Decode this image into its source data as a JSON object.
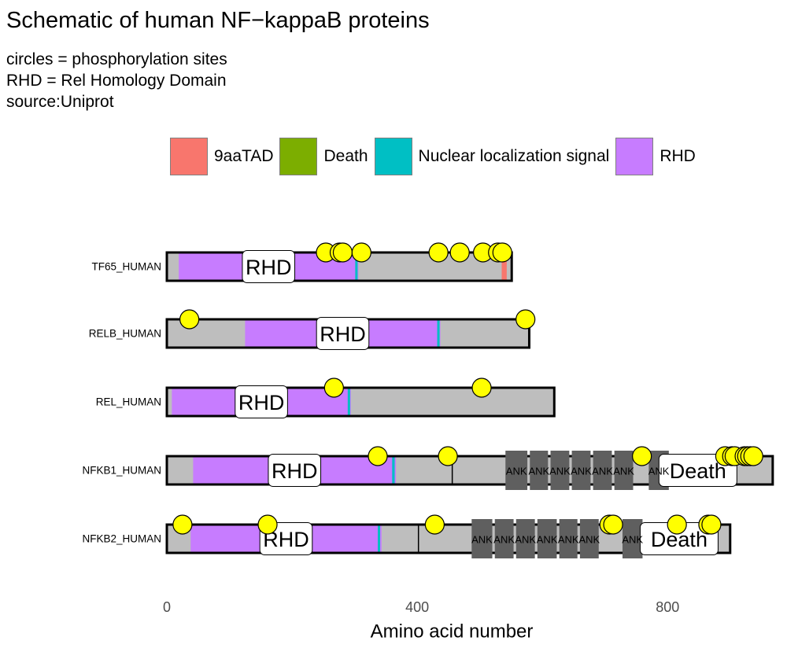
{
  "title": "Schematic of human NF−kappaB proteins",
  "subtitle": [
    "circles = phosphorylation sites",
    "RHD = Rel Homology Domain",
    "source:Uniprot"
  ],
  "legend": [
    {
      "label": "9aaTAD",
      "color": "#F8766D"
    },
    {
      "label": "Death",
      "color": "#7CAE00"
    },
    {
      "label": "Nuclear localization signal",
      "color": "#00BFC4"
    },
    {
      "label": "RHD",
      "color": "#C77CFF"
    }
  ],
  "chart_data": {
    "type": "protein-schematic",
    "title": "Schematic of human NF−kappaB proteins",
    "xlabel": "Amino acid number",
    "xlim": [
      0,
      968
    ],
    "xticks": [
      0,
      400,
      800
    ],
    "grid": false,
    "legend_position": "top",
    "colors": {
      "backbone": "#BEBEBE",
      "rhd": "#C77CFF",
      "nls": "#00BFC4",
      "tad": "#F8766D",
      "ank": "#5F5F5F",
      "phospho": "#FFFF00"
    },
    "proteins": [
      {
        "name": "TF65_HUMAN",
        "length": 551,
        "domains": [
          {
            "type": "RHD",
            "label": "RHD",
            "start": 19,
            "end": 306
          },
          {
            "type": "Nuclear localization signal",
            "label": "",
            "start": 301,
            "end": 304
          },
          {
            "type": "9aaTAD",
            "label": "",
            "start": 535,
            "end": 543
          }
        ],
        "phospho": [
          254,
          276,
          281,
          311,
          434,
          468,
          505,
          529,
          536
        ]
      },
      {
        "name": "RELB_HUMAN",
        "length": 579,
        "domains": [
          {
            "type": "RHD",
            "label": "RHD",
            "start": 125,
            "end": 437
          },
          {
            "type": "Nuclear localization signal",
            "label": "",
            "start": 432,
            "end": 435
          }
        ],
        "phospho": [
          36,
          573
        ]
      },
      {
        "name": "REL_HUMAN",
        "length": 619,
        "domains": [
          {
            "type": "RHD",
            "label": "RHD",
            "start": 8,
            "end": 294
          },
          {
            "type": "Nuclear localization signal",
            "label": "",
            "start": 289,
            "end": 292
          }
        ],
        "phospho": [
          267,
          503
        ]
      },
      {
        "name": "NFKB1_HUMAN",
        "length": 968,
        "domains": [
          {
            "type": "RHD",
            "label": "RHD",
            "start": 42,
            "end": 366
          },
          {
            "type": "Nuclear localization signal",
            "label": "",
            "start": 360,
            "end": 364
          },
          {
            "type": "ANK",
            "label": "ANK",
            "start": 541,
            "end": 576
          },
          {
            "type": "ANK",
            "label": "ANK",
            "start": 580,
            "end": 609
          },
          {
            "type": "ANK",
            "label": "ANK",
            "start": 613,
            "end": 643
          },
          {
            "type": "ANK",
            "label": "ANK",
            "start": 647,
            "end": 677
          },
          {
            "type": "ANK",
            "label": "ANK",
            "start": 681,
            "end": 711
          },
          {
            "type": "ANK",
            "label": "ANK",
            "start": 715,
            "end": 745
          },
          {
            "type": "ANK",
            "label": "ANK",
            "start": 770,
            "end": 802
          },
          {
            "type": "Death",
            "label": "Death",
            "start": 805,
            "end": 892
          }
        ],
        "phospho": [
          337,
          449,
          759,
          892,
          903,
          907,
          923,
          927,
          932,
          937
        ]
      },
      {
        "name": "NFKB2_HUMAN",
        "length": 900,
        "domains": [
          {
            "type": "RHD",
            "label": "RHD",
            "start": 38,
            "end": 343
          },
          {
            "type": "Nuclear localization signal",
            "label": "",
            "start": 337,
            "end": 340
          },
          {
            "type": "ANK",
            "label": "ANK",
            "start": 487,
            "end": 520
          },
          {
            "type": "ANK",
            "label": "ANK",
            "start": 524,
            "end": 554
          },
          {
            "type": "ANK",
            "label": "ANK",
            "start": 558,
            "end": 588
          },
          {
            "type": "ANK",
            "label": "ANK",
            "start": 592,
            "end": 623
          },
          {
            "type": "ANK",
            "label": "ANK",
            "start": 627,
            "end": 656
          },
          {
            "type": "ANK",
            "label": "ANK",
            "start": 660,
            "end": 690
          },
          {
            "type": "ANK",
            "label": "ANK",
            "start": 728,
            "end": 760
          },
          {
            "type": "Death",
            "label": "Death",
            "start": 763,
            "end": 874
          }
        ],
        "phospho": [
          25,
          161,
          428,
          707,
          713,
          815,
          865,
          870
        ]
      }
    ]
  }
}
